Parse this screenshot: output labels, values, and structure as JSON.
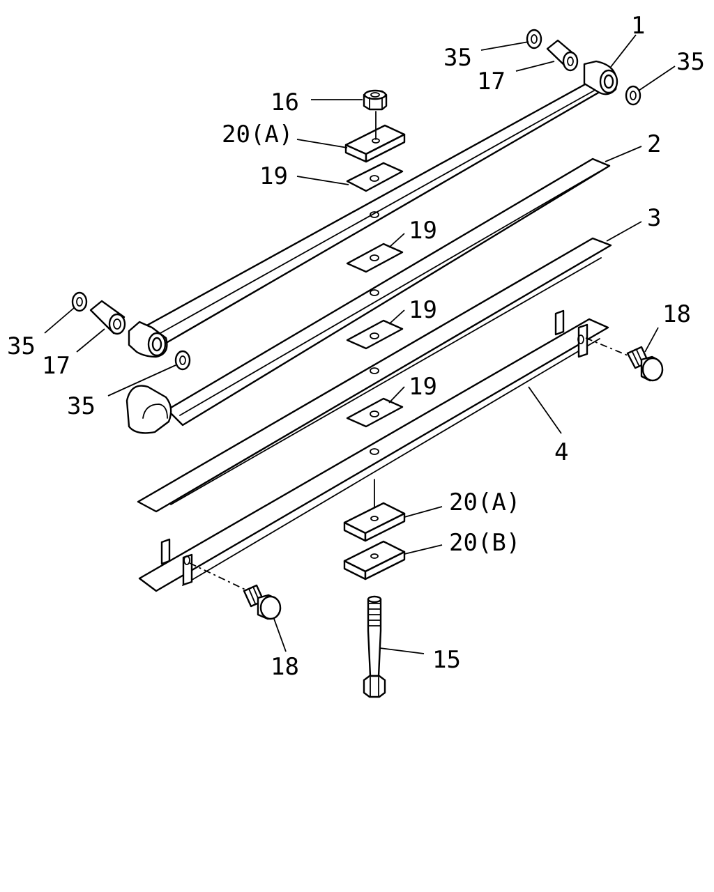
{
  "callouts": {
    "c1": "1",
    "c2": "2",
    "c3": "3",
    "c4": "4",
    "c15": "15",
    "c16": "16",
    "c17_top": "17",
    "c17_left": "17",
    "c18_right": "18",
    "c18_bottom": "18",
    "c19_top": "19",
    "c19_second": "19",
    "c19_third": "19",
    "c19_fourth": "19",
    "c20a_top": "20(A)",
    "c20a_bottom": "20(A)",
    "c20b": "20(B)",
    "c35_top_left": "35",
    "c35_top_right": "35",
    "c35_left": "35",
    "c35_middle": "35"
  },
  "colors": {
    "line": "#000000",
    "background": "#ffffff"
  }
}
